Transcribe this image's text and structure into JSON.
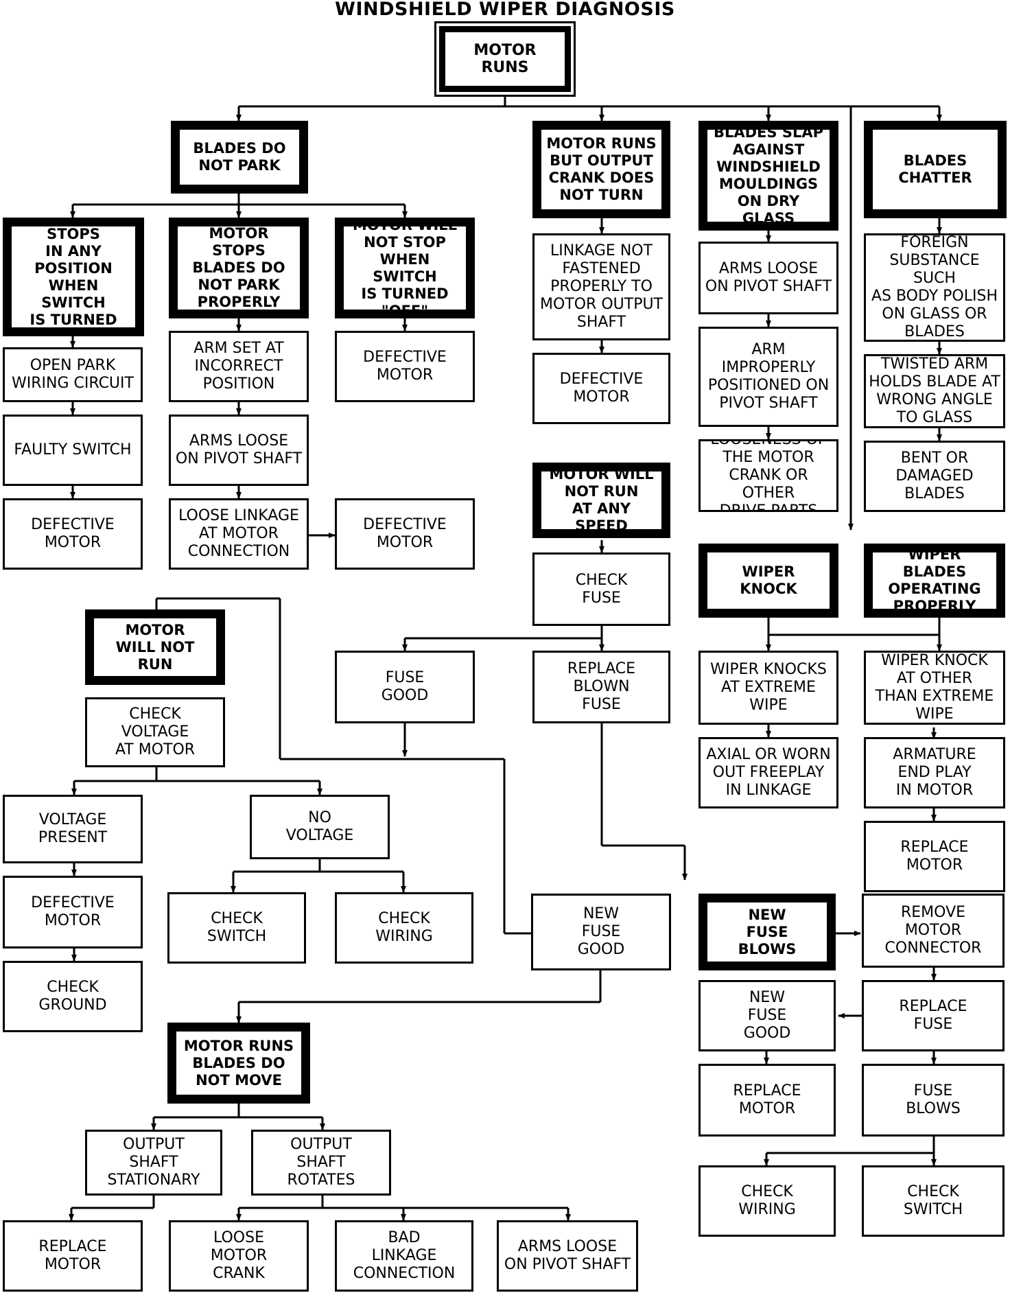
{
  "title": "WINDSHIELD WIPER DIAGNOSIS",
  "nodes": {
    "root": "MOTOR RUNS",
    "a": "BLADES DO\nNOT PARK",
    "a1": "MOTOR STOPS\nIN ANY\nPOSITION\nWHEN SWITCH\nIS TURNED\n\"OFF\"",
    "a1_1": "OPEN PARK\nWIRING CIRCUIT",
    "a1_2": "FAULTY SWITCH",
    "a1_3": "DEFECTIVE\nMOTOR",
    "a2": "MOTOR STOPS\nBLADES DO\nNOT PARK\nPROPERLY",
    "a2_1": "ARM SET AT\nINCORRECT\nPOSITION",
    "a2_2": "ARMS LOOSE\nON PIVOT SHAFT",
    "a2_3": "LOOSE LINKAGE\nAT MOTOR\nCONNECTION",
    "a2_4": "DEFECTIVE\nMOTOR",
    "a3": "MOTOR WILL\nNOT STOP\nWHEN SWITCH\nIS TURNED\n\"OFF\"",
    "a3_1": "DEFECTIVE\nMOTOR",
    "b": "MOTOR RUNS\nBUT OUTPUT\nCRANK DOES\nNOT TURN",
    "b1": "LINKAGE NOT\nFASTENED\nPROPERLY TO\nMOTOR OUTPUT\nSHAFT",
    "b2": "DEFECTIVE\nMOTOR",
    "c": "BLADES SLAP\nAGAINST\nWINDSHIELD\nMOULDINGS\nON DRY GLASS",
    "c1": "ARMS LOOSE\nON PIVOT SHAFT",
    "c2": "ARM\nIMPROPERLY\nPOSITIONED ON\nPIVOT SHAFT",
    "c3": "LOOSENESS OF\nTHE MOTOR\nCRANK OR OTHER\nDRIVE PARTS",
    "d": "BLADES\nCHATTER",
    "d1": "FOREIGN\nSUBSTANCE SUCH\nAS BODY POLISH\nON GLASS OR\nBLADES",
    "d2": "TWISTED ARM\nHOLDS BLADE AT\nWRONG ANGLE\nTO GLASS",
    "d3": "BENT OR\nDAMAGED\nBLADES",
    "e": "MOTOR WILL\nNOT RUN\nAT ANY SPEED",
    "e1": "CHECK\nFUSE",
    "e2": "FUSE\nGOOD",
    "e3": "REPLACE\nBLOWN\nFUSE",
    "f": "WIPER\nKNOCK",
    "g": "WIPER BLADES\nOPERATING\nPROPERLY",
    "f1": "WIPER KNOCKS\nAT EXTREME\nWIPE",
    "f2": "AXIAL OR WORN\nOUT FREEPLAY\nIN LINKAGE",
    "g1": "WIPER KNOCK\nAT OTHER\nTHAN EXTREME\nWIPE",
    "g2": "ARMATURE\nEND PLAY\nIN MOTOR",
    "g3": "REPLACE\nMOTOR",
    "h": "MOTOR\nWILL NOT\nRUN",
    "h1": "CHECK\nVOLTAGE\nAT MOTOR",
    "h2": "VOLTAGE\nPRESENT",
    "h3": "DEFECTIVE\nMOTOR",
    "h4": "CHECK\nGROUND",
    "h5": "NO\nVOLTAGE",
    "h6": "CHECK\nSWITCH",
    "h7": "CHECK\nWIRING",
    "i": "NEW\nFUSE\nGOOD",
    "j": "NEW\nFUSE\nBLOWS",
    "j1": "REMOVE\nMOTOR\nCONNECTOR",
    "j2": "REPLACE\nFUSE",
    "j3": "NEW\nFUSE\nGOOD",
    "j4": "REPLACE\nMOTOR",
    "j5": "FUSE\nBLOWS",
    "j6": "CHECK\nWIRING",
    "j7": "CHECK\nSWITCH",
    "k": "MOTOR RUNS\nBLADES DO\nNOT MOVE",
    "k1": "OUTPUT\nSHAFT\nSTATIONARY",
    "k2": "OUTPUT\nSHAFT\nROTATES",
    "k3": "REPLACE\nMOTOR",
    "k4": "LOOSE\nMOTOR\nCRANK",
    "k5": "BAD\nLINKAGE\nCONNECTION",
    "k6": "ARMS LOOSE\nON PIVOT SHAFT"
  }
}
